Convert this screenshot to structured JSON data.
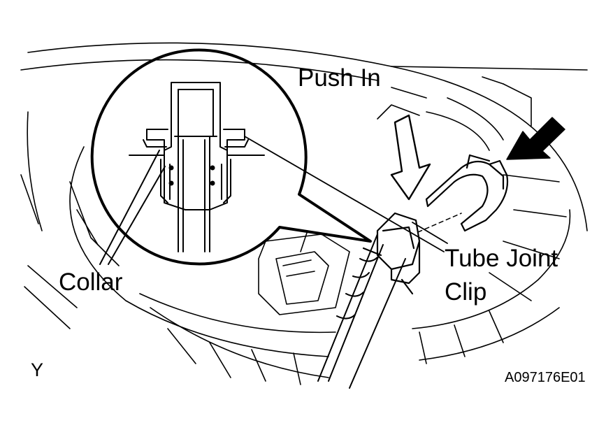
{
  "diagram": {
    "labels": {
      "push_in": "Push In",
      "tube_joint": "Tube Joint",
      "clip": "Clip",
      "collar": "Collar",
      "view_letter": "Y",
      "figure_code": "A097176E01"
    },
    "colors": {
      "line": "#000000",
      "background": "#ffffff"
    }
  }
}
